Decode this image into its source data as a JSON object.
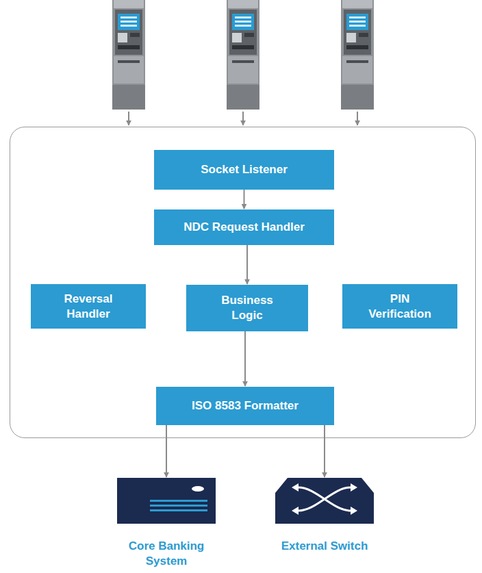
{
  "diagram": {
    "nodes": [
      {
        "text": [
          "Socket Listener"
        ]
      },
      {
        "text": [
          "NDC Request Handler"
        ]
      },
      {
        "text": [
          "Reversal Handler"
        ]
      },
      {
        "text": [
          "Business Logic"
        ]
      },
      {
        "text": [
          "PIN Verification"
        ]
      },
      {
        "text": [
          "ISO 8583 Formatter"
        ]
      },
      {
        "text": [
          "Core Banking System"
        ]
      },
      {
        "text": [
          "External Switch"
        ]
      }
    ],
    "edges": [
      {
        "from": 0,
        "to": 1,
        "arrow": "to"
      },
      {
        "from": 1,
        "to": 3,
        "arrow": "to"
      },
      {
        "from": 3,
        "to": 5,
        "arrow": "to"
      },
      {
        "from": 5,
        "to": 6,
        "arrow": "to"
      },
      {
        "from": 5,
        "to": 7,
        "arrow": "to"
      }
    ]
  }
}
